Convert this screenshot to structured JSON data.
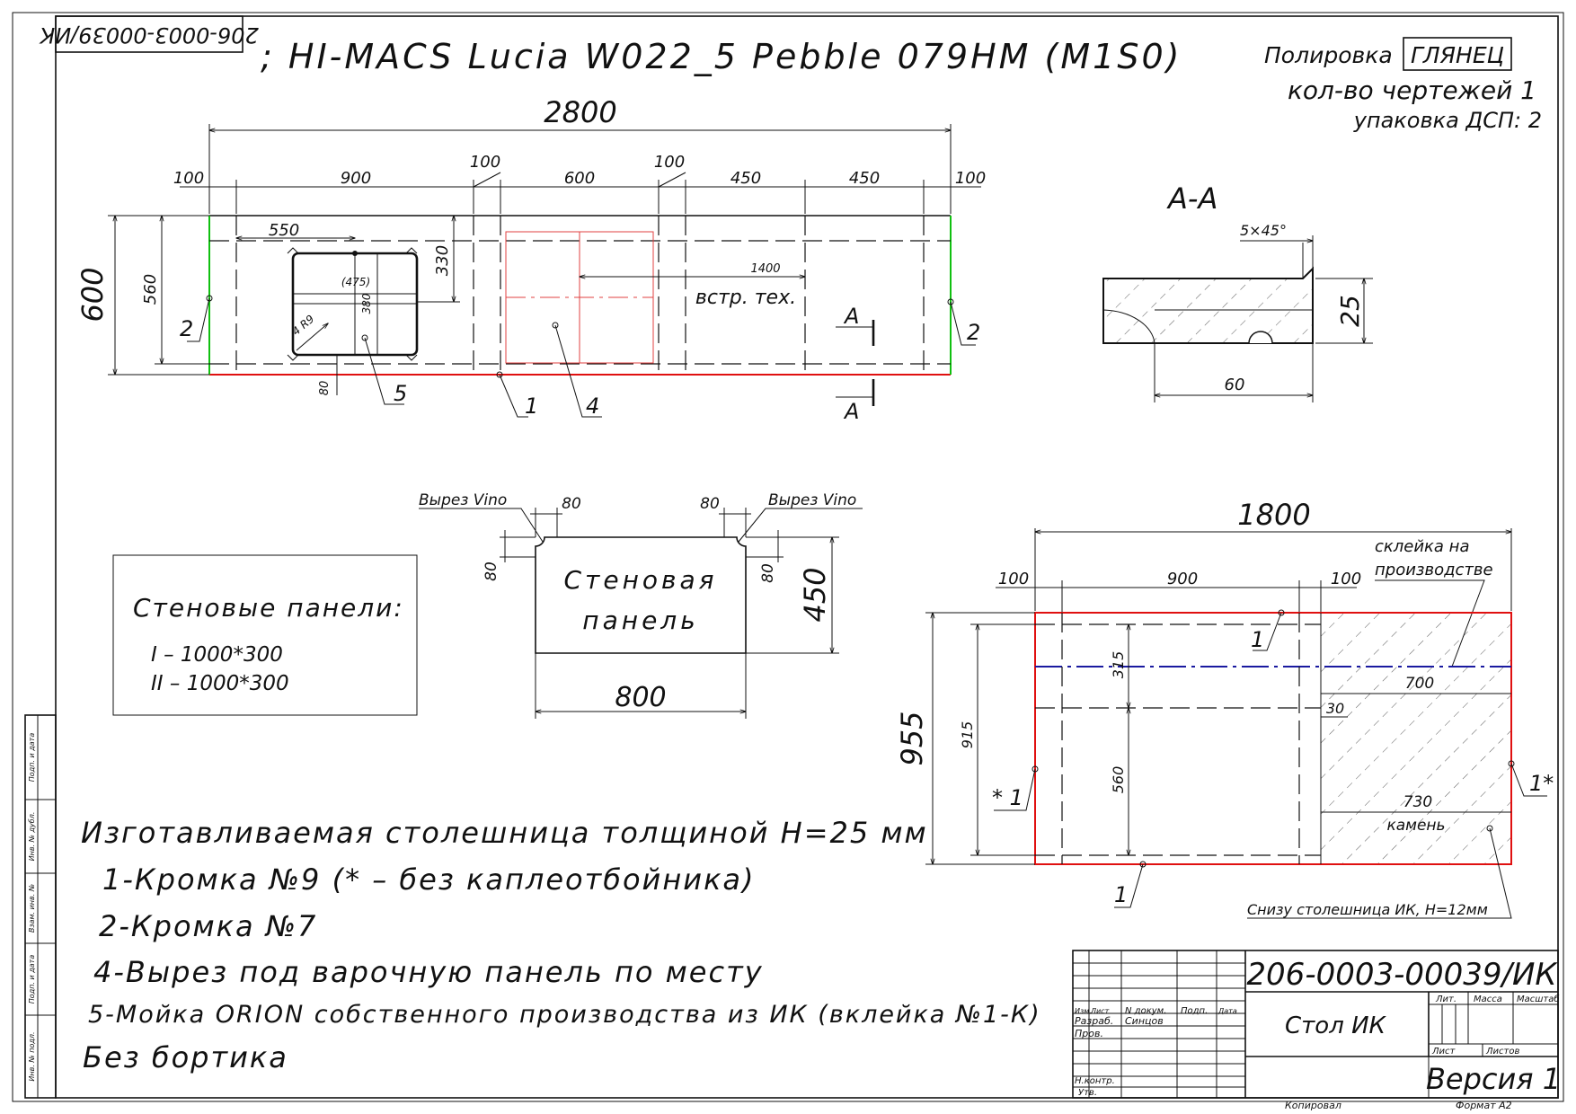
{
  "sheet": {
    "rotated_number": "206-0003-00039/ИК",
    "material": "; HI-MACS Lucia  W022_5  Pebble  079HM  (M1S0)",
    "polish_label": "Полировка",
    "polish_value": "ГЛЯНЕЦ",
    "drawings_count": "кол-во  чертежей  1",
    "packing": "упаковка  ДСП:  2"
  },
  "top_view": {
    "total": "2800",
    "segments": [
      "100",
      "900",
      "100",
      "600",
      "100",
      "450",
      "450",
      "100"
    ],
    "height_outer": "600",
    "height_inner": "560",
    "sink_width": "550",
    "sink_depth": "330",
    "sink_inner_w": "(475)",
    "sink_inner_h": "380",
    "sink_radius": "4 R9",
    "front_offset": "80",
    "cooktop_offset": "1400",
    "appliance_label": "встр.  тех.",
    "section_mark": "A",
    "callouts": [
      "1",
      "2",
      "2",
      "4",
      "5"
    ]
  },
  "section_view": {
    "title": "A-A",
    "chamfer": "5×45°",
    "thickness": "25",
    "width": "60"
  },
  "wall_panel": {
    "label_line1": "Стеновая",
    "label_line2": "панель",
    "cutout_left": "Вырез  Vino",
    "cutout_right": "Вырез  Vino",
    "dim_80_a": "80",
    "dim_80_b": "80",
    "dim_80_c": "80",
    "dim_80_d": "80",
    "height": "450",
    "width": "800"
  },
  "panels_box": {
    "title": "Стеновые  панели:",
    "item1": "I  –  1000*300",
    "item2": "II  –  1000*300"
  },
  "table_view": {
    "total": "1800",
    "seg_left": "100",
    "seg_mid": "900",
    "seg_right": "100",
    "glue_line1": "склейка  на",
    "glue_line2": "производстве",
    "height_outer": "955",
    "height_inner": "915",
    "h_top": "315",
    "h_bottom": "560",
    "w_700": "700",
    "w_30": "30",
    "w_730": "730",
    "stone": "камень",
    "bottom_note": "Снизу  столешница  ИК,  Н=12мм",
    "callout_1a": "1",
    "callout_1b": "1",
    "callout_star_left": "* 1",
    "callout_star_right": "1*"
  },
  "notes": {
    "line1": "Изготавливаемая  столешница  толщиной  Н=25  мм",
    "line2": "1-Кромка  №9 (* –  без  каплеотбойника)",
    "line3": "2-Кромка  №7",
    "line4": "4-Вырез  под  варочную  панель  по  месту",
    "line5": "5-Мойка  ORION  собственного  производства  из  ИК  (вклейка  №1-К)",
    "line6": "Без  бортика"
  },
  "title_block": {
    "doc_number": "206-0003-00039/ИК",
    "name": "Стол  ИК",
    "lit": "Лит.",
    "mass": "Масса",
    "scale": "Масштаб",
    "sheet": "Лист",
    "sheets": "Листов",
    "version": "Версия  1",
    "col_izm": "Изм.",
    "col_list": "Лист",
    "col_doc": "N  докум.",
    "col_sign": "Подп.",
    "col_date": "Дата",
    "razrab": "Разраб.",
    "razrab_name": "Синцов",
    "prov": "Пров.",
    "nkontr": "Н.контр.",
    "utv": "Утв.",
    "copied": "Копировал",
    "format": "Формат  А2"
  },
  "side_strip": [
    "Инв. № подл.",
    "Подп. и дата",
    "Взам. инв. №",
    "Инв. № дубл.",
    "Подп. и дата"
  ]
}
